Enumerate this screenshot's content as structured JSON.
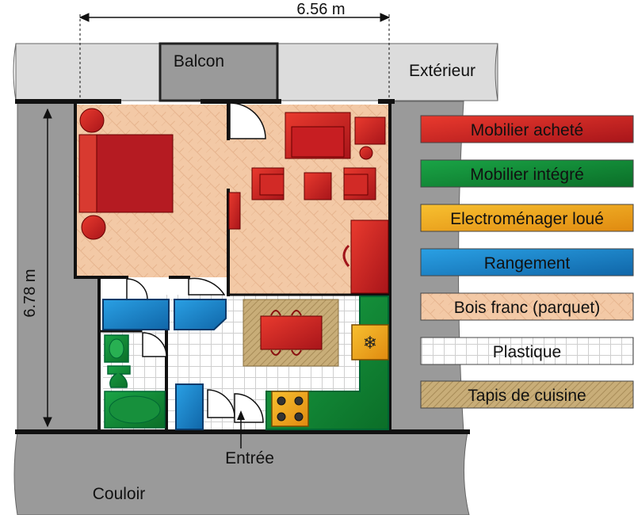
{
  "labels": {
    "width_dim": "6.56 m",
    "height_dim": "6.78 m",
    "balcony": "Balcon",
    "exterior": "Extérieur",
    "entrance": "Entrée",
    "corridor": "Couloir"
  },
  "legend": [
    {
      "label": "Mobilier acheté",
      "color": "#e02a24"
    },
    {
      "label": "Mobilier intégré",
      "color": "#12983a"
    },
    {
      "label": "Electroménager loué",
      "color": "#f0b21e"
    },
    {
      "label": "Rangement",
      "color": "#1c8fd4"
    },
    {
      "label": "Bois franc (parquet)",
      "color": "#f3c9a6"
    },
    {
      "label": "Plastique",
      "color": "#e8e8e8"
    },
    {
      "label": "Tapis de cuisine",
      "color": "#c8ad78"
    }
  ],
  "icons": {
    "freezer": "snowflake-icon"
  }
}
